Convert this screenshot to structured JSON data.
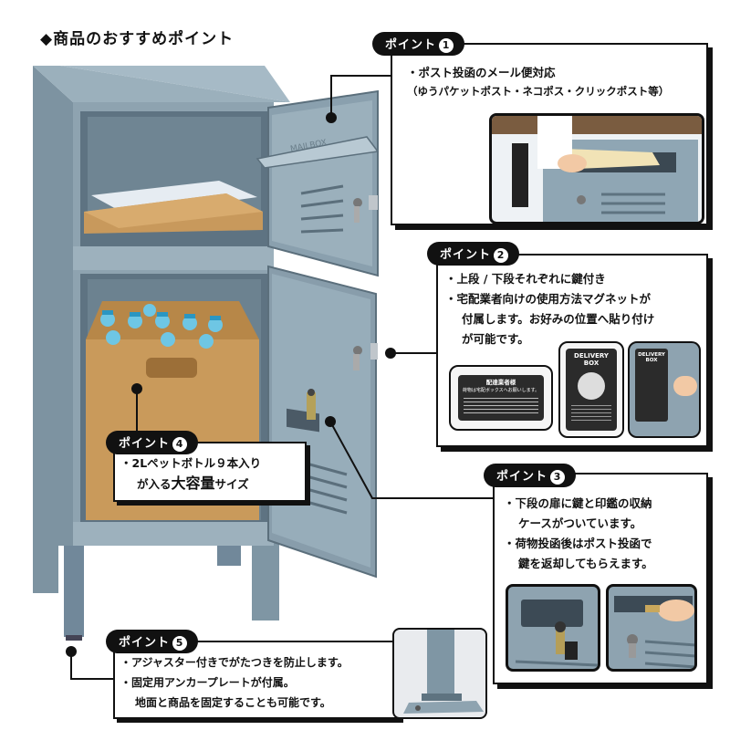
{
  "heading": "◆商品のおすすめポイント",
  "points": [
    {
      "label": "ポイント",
      "number": "1",
      "lines": [
        "・ポスト投函のメール便対応",
        "（ゆうパケットポスト・ネコポス・クリックポスト等）"
      ]
    },
    {
      "label": "ポイント",
      "number": "2",
      "lines": [
        "・上段 / 下段それぞれに鍵付き",
        "・宅配業者向けの使用方法マグネットが",
        "付属します。お好みの位置へ貼り付け",
        "が可能です。"
      ]
    },
    {
      "label": "ポイント",
      "number": "3",
      "lines": [
        "・下段の扉に鍵と印鑑の収納",
        "ケースがついています。",
        "・荷物投函後はポスト投函で",
        "鍵を返却してもらえます。"
      ]
    },
    {
      "label": "ポイント",
      "number": "4",
      "line1": "・2Lペットボトル９本入り",
      "line2_pre": "が入る",
      "line2_big": "大容量",
      "line2_post": "サイズ"
    },
    {
      "label": "ポイント",
      "number": "5",
      "lines": [
        "・アジャスター付きでがたつきを防止します。",
        "・固定用アンカープレートが付属。",
        "地面と商品を固定することも可能です。"
      ]
    }
  ],
  "product_stamp": "MAILBOX",
  "magnets": {
    "card1_title": "配達業者様",
    "card1_sub": "荷物は宅配ボックスへお願いします。",
    "card2_title": "DELIVERY",
    "card2_sub": "BOX",
    "card3_title": "DELIVERY",
    "card3_sub": "BOX"
  },
  "colors": {
    "locker": "#8a9eaa",
    "locker_dark": "#6f8592",
    "cardboard": "#c99a5b",
    "ink": "#111111"
  }
}
